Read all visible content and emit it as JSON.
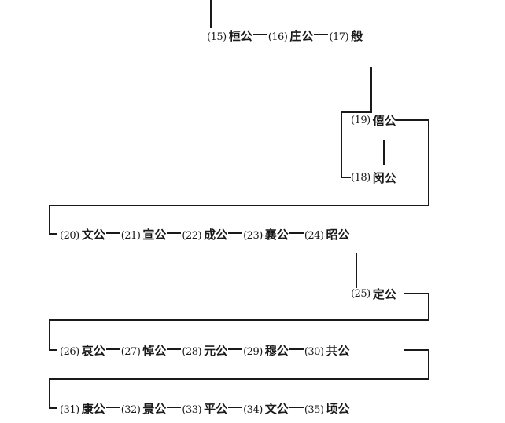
{
  "rows": [
    {
      "id": "row-1",
      "nodes": [
        {
          "num": "(15)",
          "name": "桓公"
        },
        {
          "num": "(16)",
          "name": "庄公"
        },
        {
          "num": "(17)",
          "name": "般"
        }
      ]
    },
    {
      "id": "row-2",
      "nodes": [
        {
          "num": "(19)",
          "name": "僖公"
        },
        {
          "num": "(18)",
          "name": "闵公"
        }
      ]
    },
    {
      "id": "row-3",
      "nodes": [
        {
          "num": "(20)",
          "name": "文公"
        },
        {
          "num": "(21)",
          "name": "宣公"
        },
        {
          "num": "(22)",
          "name": "成公"
        },
        {
          "num": "(23)",
          "name": "襄公"
        },
        {
          "num": "(24)",
          "name": "昭公"
        }
      ]
    },
    {
      "id": "row-4",
      "nodes": [
        {
          "num": "(25)",
          "name": "定公"
        }
      ]
    },
    {
      "id": "row-5",
      "nodes": [
        {
          "num": "(26)",
          "name": "哀公"
        },
        {
          "num": "(27)",
          "name": "悼公"
        },
        {
          "num": "(28)",
          "name": "元公"
        },
        {
          "num": "(29)",
          "name": "穆公"
        },
        {
          "num": "(30)",
          "name": "共公"
        }
      ]
    },
    {
      "id": "row-6",
      "nodes": [
        {
          "num": "(31)",
          "name": "康公"
        },
        {
          "num": "(32)",
          "name": "景公"
        },
        {
          "num": "(33)",
          "name": "平公"
        },
        {
          "num": "(34)",
          "name": "文公"
        },
        {
          "num": "(35)",
          "name": "顷公"
        }
      ]
    }
  ],
  "line_color": "#1a1a1a"
}
